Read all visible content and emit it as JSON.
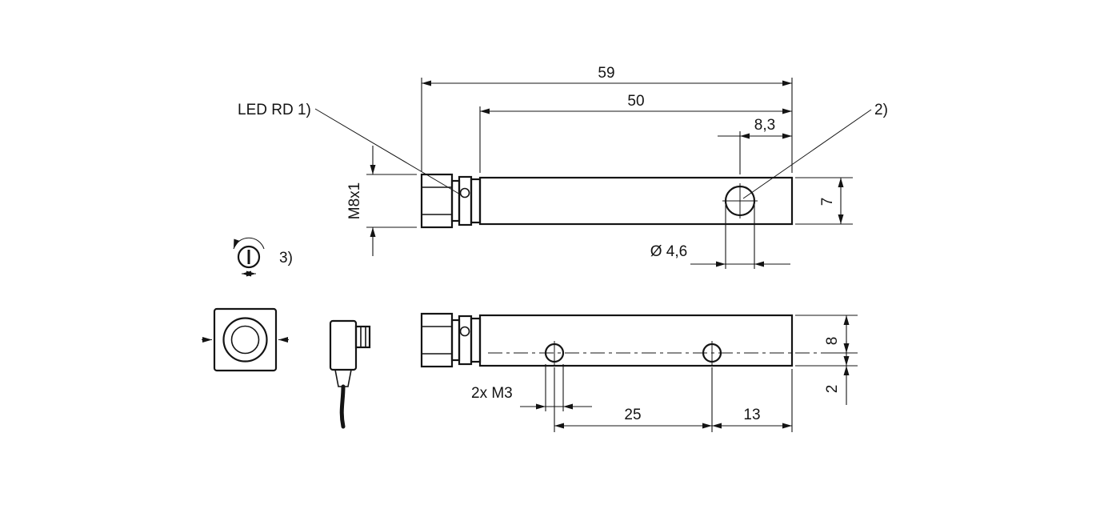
{
  "drawing": {
    "kind": "sensor-dimensional-drawing",
    "line_color": "#141414",
    "background": "#ffffff",
    "callouts": {
      "led": "LED RD 1)",
      "hole_ref": "2)",
      "pot_ref": "3)",
      "mount_thread": "2x M3",
      "connector_thread": "M8x1",
      "hole_diameter": "Ø 4,6"
    },
    "dimensions": {
      "overall_length": "59",
      "housing_length": "50",
      "hole_from_end": "8,3",
      "housing_width": "7",
      "housing_height": "8",
      "hole_axis_from_bottom": "2",
      "mount_hole_spacing": "25",
      "mount_hole_from_end": "13"
    }
  }
}
